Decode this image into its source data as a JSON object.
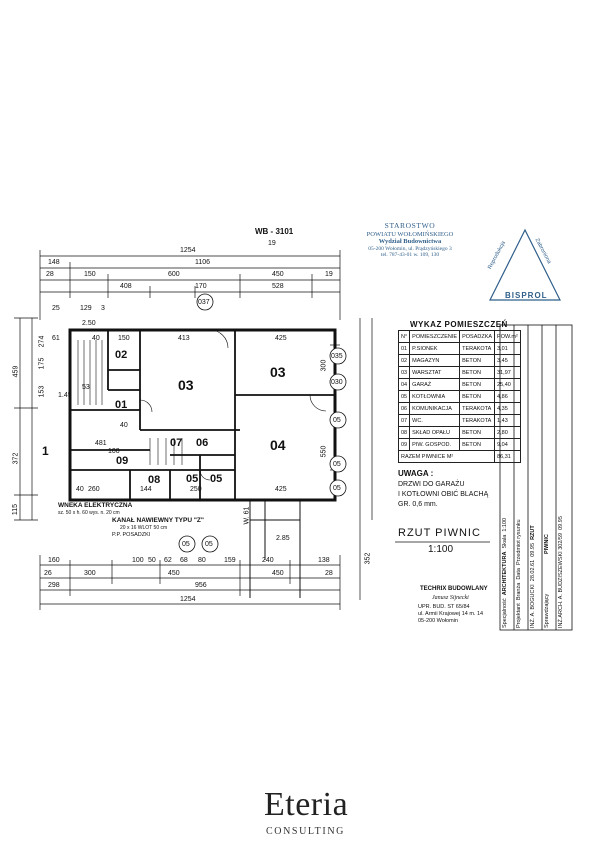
{
  "drawing": {
    "wb": "WB - 3101",
    "wb_sub": "19",
    "stamp_lines": [
      "STAROSTWO",
      "POWIATU WOŁOMIŃSKIEGO",
      "Wydział Budownictwa",
      "05-200 Wołomin, ul. Prądzyńskiego 3",
      "tel. 787-43-01 w. 109, 130"
    ],
    "bisprol": "BISPROL",
    "bisprol_side_left": "Reprodukcja",
    "bisprol_side_right": "Zabroniona",
    "top_dims": [
      "1254",
      "148",
      "1106",
      "28",
      "150",
      "600",
      "450",
      "19",
      "408",
      "170",
      "528"
    ],
    "left_dims": [
      "459",
      "372",
      "115",
      "274",
      "175",
      "153"
    ],
    "inner_dims": [
      "25",
      "129",
      "3",
      "2.50",
      "61",
      "40",
      "150",
      "413",
      "425",
      "300",
      "550",
      "425",
      "481",
      "260",
      "40",
      "144",
      "250",
      "425",
      "100",
      "40",
      "53",
      "1.45",
      "2.85"
    ],
    "bottom_dims": [
      "160",
      "100",
      "50",
      "62",
      "68",
      "80",
      "159",
      "240",
      "138",
      "26",
      "300",
      "450",
      "450",
      "28",
      "298",
      "956",
      "1254",
      "352"
    ],
    "rooms": {
      "r01": "01",
      "r02": "02",
      "r03a": "03",
      "r03b": "03",
      "r04": "04",
      "r05": "05",
      "r06": "06",
      "r07": "07",
      "r08": "08",
      "r09": "09",
      "r05b": "05"
    },
    "circle_labels": [
      "037",
      "035",
      "030",
      "05",
      "05",
      "05",
      "05",
      "05"
    ],
    "axis_label": "1",
    "notes": {
      "wneka": "WNEKA ELEKTRYCZNA",
      "wneka_sub": "sz. 50 x h. 60 wys. n. 20 cm",
      "kanal": "KANAŁ NAWIEWNY TYPU \"Z\"",
      "kanal_sub": "20 x 16  WLOT 50 cm",
      "posadzka": "P.P. POSADZKI"
    },
    "section_mark": "W. 61",
    "title": "RZUT  PIWNIC",
    "scale": "1:100",
    "uwaga_title": "UWAGA :",
    "uwaga_lines": [
      "DRZWI DO GARAŻU",
      "I KOTŁOWNI OBIĆ BLACHĄ",
      "GR. 0,6 mm."
    ],
    "legend": {
      "title": "WYKAZ POMIESZCZEŃ",
      "headers": [
        "N°",
        "POMIESZCZENIE",
        "POSADZKA",
        "POW.m²"
      ],
      "rows": [
        [
          "01",
          "P.SIONEK",
          "TERAKOTA",
          "3,01"
        ],
        [
          "02",
          "MAGAZYN",
          "BETON",
          "3,45"
        ],
        [
          "03",
          "WARSZTAT",
          "BETON",
          "31,97"
        ],
        [
          "04",
          "GARAŻ",
          "BETON",
          "25,40"
        ],
        [
          "05",
          "KOTŁOWNIA",
          "BETON",
          "4,86"
        ],
        [
          "06",
          "KOMUNIKACJA",
          "TERAKOTA",
          "4,35"
        ],
        [
          "07",
          "WC.",
          "TERAKOTA",
          "1,43"
        ],
        [
          "08",
          "SKŁAD OPAŁU",
          "BETON",
          "2,80"
        ],
        [
          "09",
          "PIW. GOSPOD.",
          "BETON",
          "9,04"
        ]
      ],
      "total_label": "RAZEM PIWNICE  M²",
      "total_value": "86,31"
    },
    "titleblock": {
      "col1": [
        "Specjalność",
        "ARCHITEKTURA",
        "Skala",
        "1:100"
      ],
      "col2": [
        "Projektant",
        "Branża",
        "Data",
        "Przedmiot rysunku"
      ],
      "col3": [
        "INŻ. A. BOGUCKI",
        "28.02.61",
        "09.95",
        "RZUT"
      ],
      "col4": [
        "Sprawdzający",
        "PIWNIC"
      ],
      "col5": [
        "INŻ.ARCH. A. BUDZISZEWSKI  302/59",
        "09.95"
      ]
    },
    "signature": "TECHRIX BUDOWLANY",
    "signature_name": "Janusz Sijnecki",
    "author_lines": [
      "UPR. BUD. ST 65/84",
      "ul. Armii Krajowej 14 m. 14",
      "05-200 Wołomin"
    ]
  },
  "brand": {
    "name": "Eteria",
    "tagline": "CONSULTING",
    "color_icon": "#b59a6a",
    "color_text": "#222222"
  }
}
